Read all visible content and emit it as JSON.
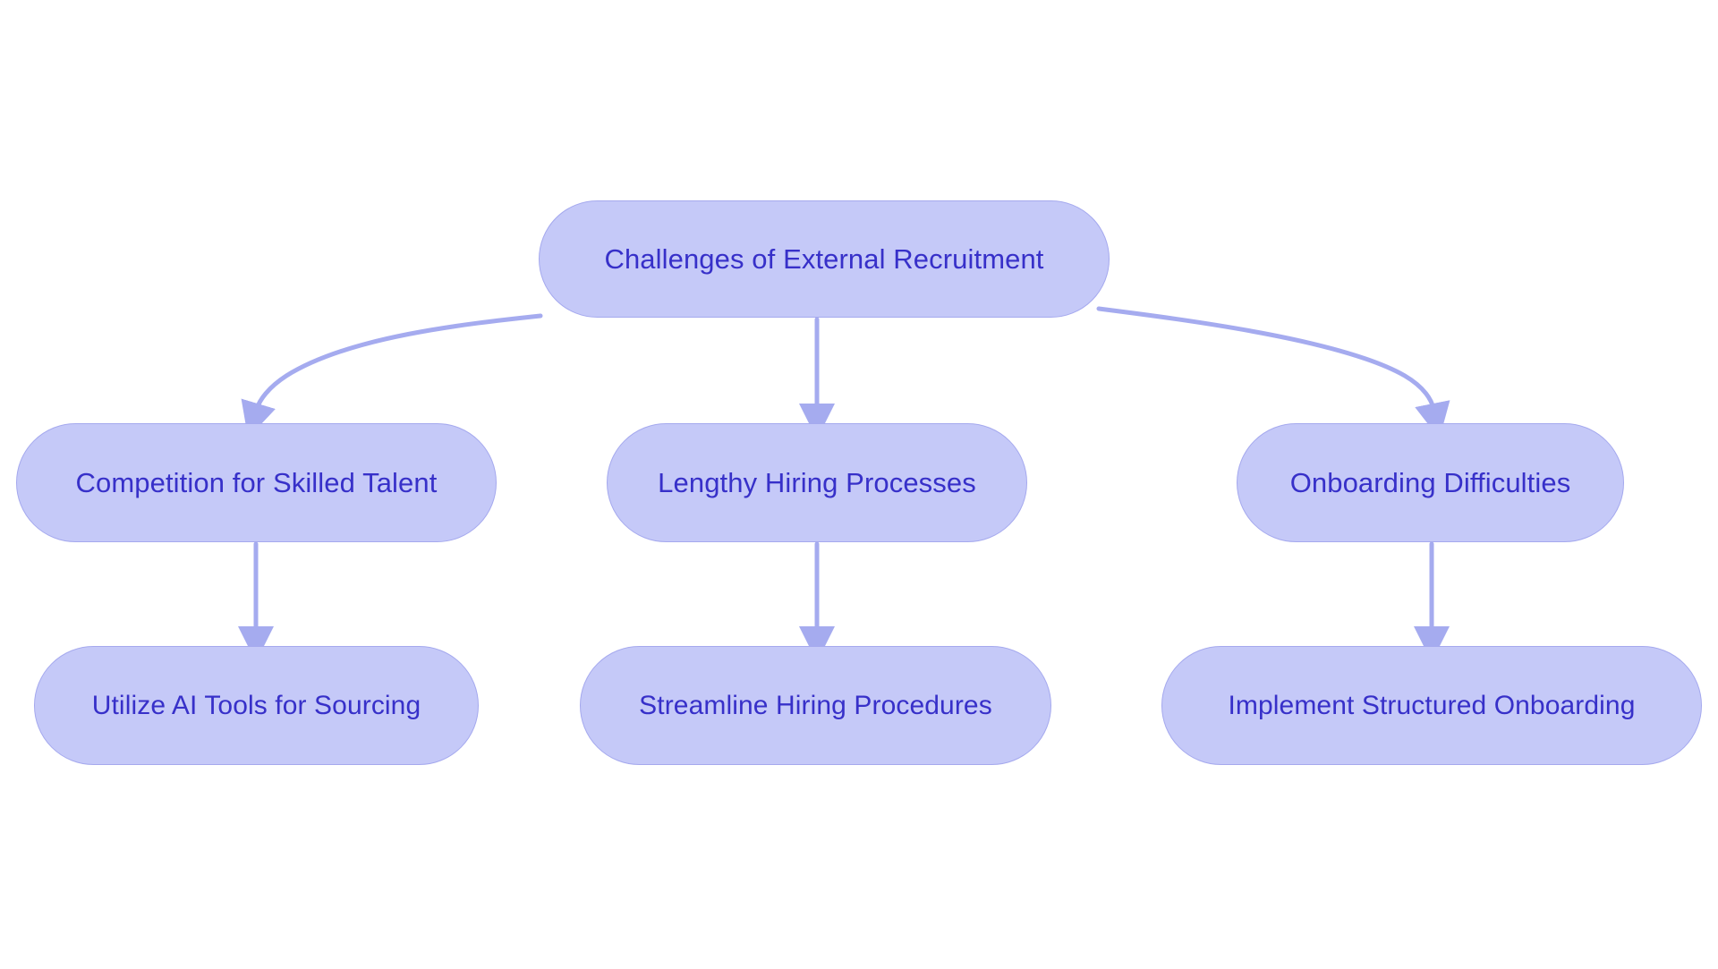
{
  "diagram": {
    "type": "flowchart",
    "orientation": "top-down",
    "title": "Challenges of External Recruitment",
    "colors": {
      "node_fill": "#c5c9f8",
      "node_border": "#a5a9ee",
      "node_text": "#3730c9",
      "edge_stroke": "#a5abef",
      "background": "#ffffff"
    },
    "nodes": [
      {
        "id": "root",
        "label": "Challenges of External Recruitment",
        "level": 0,
        "column": "center"
      },
      {
        "id": "c1",
        "label": "Competition for Skilled Talent",
        "level": 1,
        "column": "left"
      },
      {
        "id": "c2",
        "label": "Lengthy Hiring Processes",
        "level": 1,
        "column": "center"
      },
      {
        "id": "c3",
        "label": "Onboarding Difficulties",
        "level": 1,
        "column": "right"
      },
      {
        "id": "s1",
        "label": "Utilize AI Tools for Sourcing",
        "level": 2,
        "column": "left"
      },
      {
        "id": "s2",
        "label": "Streamline Hiring Procedures",
        "level": 2,
        "column": "center"
      },
      {
        "id": "s3",
        "label": "Implement Structured Onboarding",
        "level": 2,
        "column": "right"
      }
    ],
    "edges": [
      {
        "from": "root",
        "to": "c1",
        "style": "curved",
        "arrow": "down"
      },
      {
        "from": "root",
        "to": "c2",
        "style": "straight",
        "arrow": "down"
      },
      {
        "from": "root",
        "to": "c3",
        "style": "curved",
        "arrow": "down"
      },
      {
        "from": "c1",
        "to": "s1",
        "style": "straight",
        "arrow": "down"
      },
      {
        "from": "c2",
        "to": "s2",
        "style": "straight",
        "arrow": "down"
      },
      {
        "from": "c3",
        "to": "s3",
        "style": "straight",
        "arrow": "down"
      }
    ]
  }
}
